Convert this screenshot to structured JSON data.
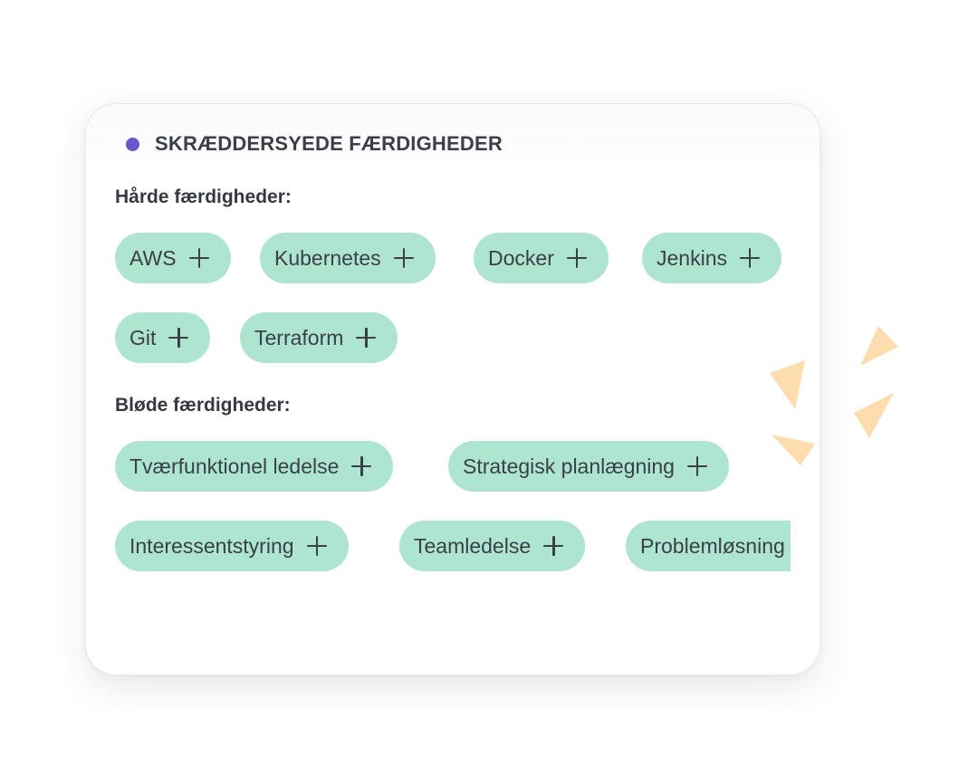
{
  "card": {
    "title": "SKRÆDDERSYEDE FÆRDIGHEDER",
    "accent_color": "#6a56c9"
  },
  "hard_skills": {
    "label": "Hårde færdigheder:",
    "items": [
      {
        "label": "AWS",
        "icon": "plus-icon"
      },
      {
        "label": "Kubernetes",
        "icon": "plus-icon"
      },
      {
        "label": "Docker",
        "icon": "plus-icon"
      },
      {
        "label": "Jenkins",
        "icon": "plus-icon"
      },
      {
        "label": "Git",
        "icon": "plus-icon"
      },
      {
        "label": "Terraform",
        "icon": "plus-icon"
      }
    ]
  },
  "soft_skills": {
    "label": "Bløde færdigheder:",
    "items": [
      {
        "label": "Tværfunktionel ledelse",
        "icon": "plus-icon"
      },
      {
        "label": "Strategisk planlægning",
        "icon": "plus-icon"
      },
      {
        "label": "Interessentstyring",
        "icon": "plus-icon"
      },
      {
        "label": "Teamledelse",
        "icon": "plus-icon"
      },
      {
        "label": "Problemløsning",
        "icon": "plus-icon"
      }
    ]
  },
  "colors": {
    "chip_background": "#ade5d0",
    "chip_text": "#3a4047",
    "confetti": "#fddcae"
  }
}
